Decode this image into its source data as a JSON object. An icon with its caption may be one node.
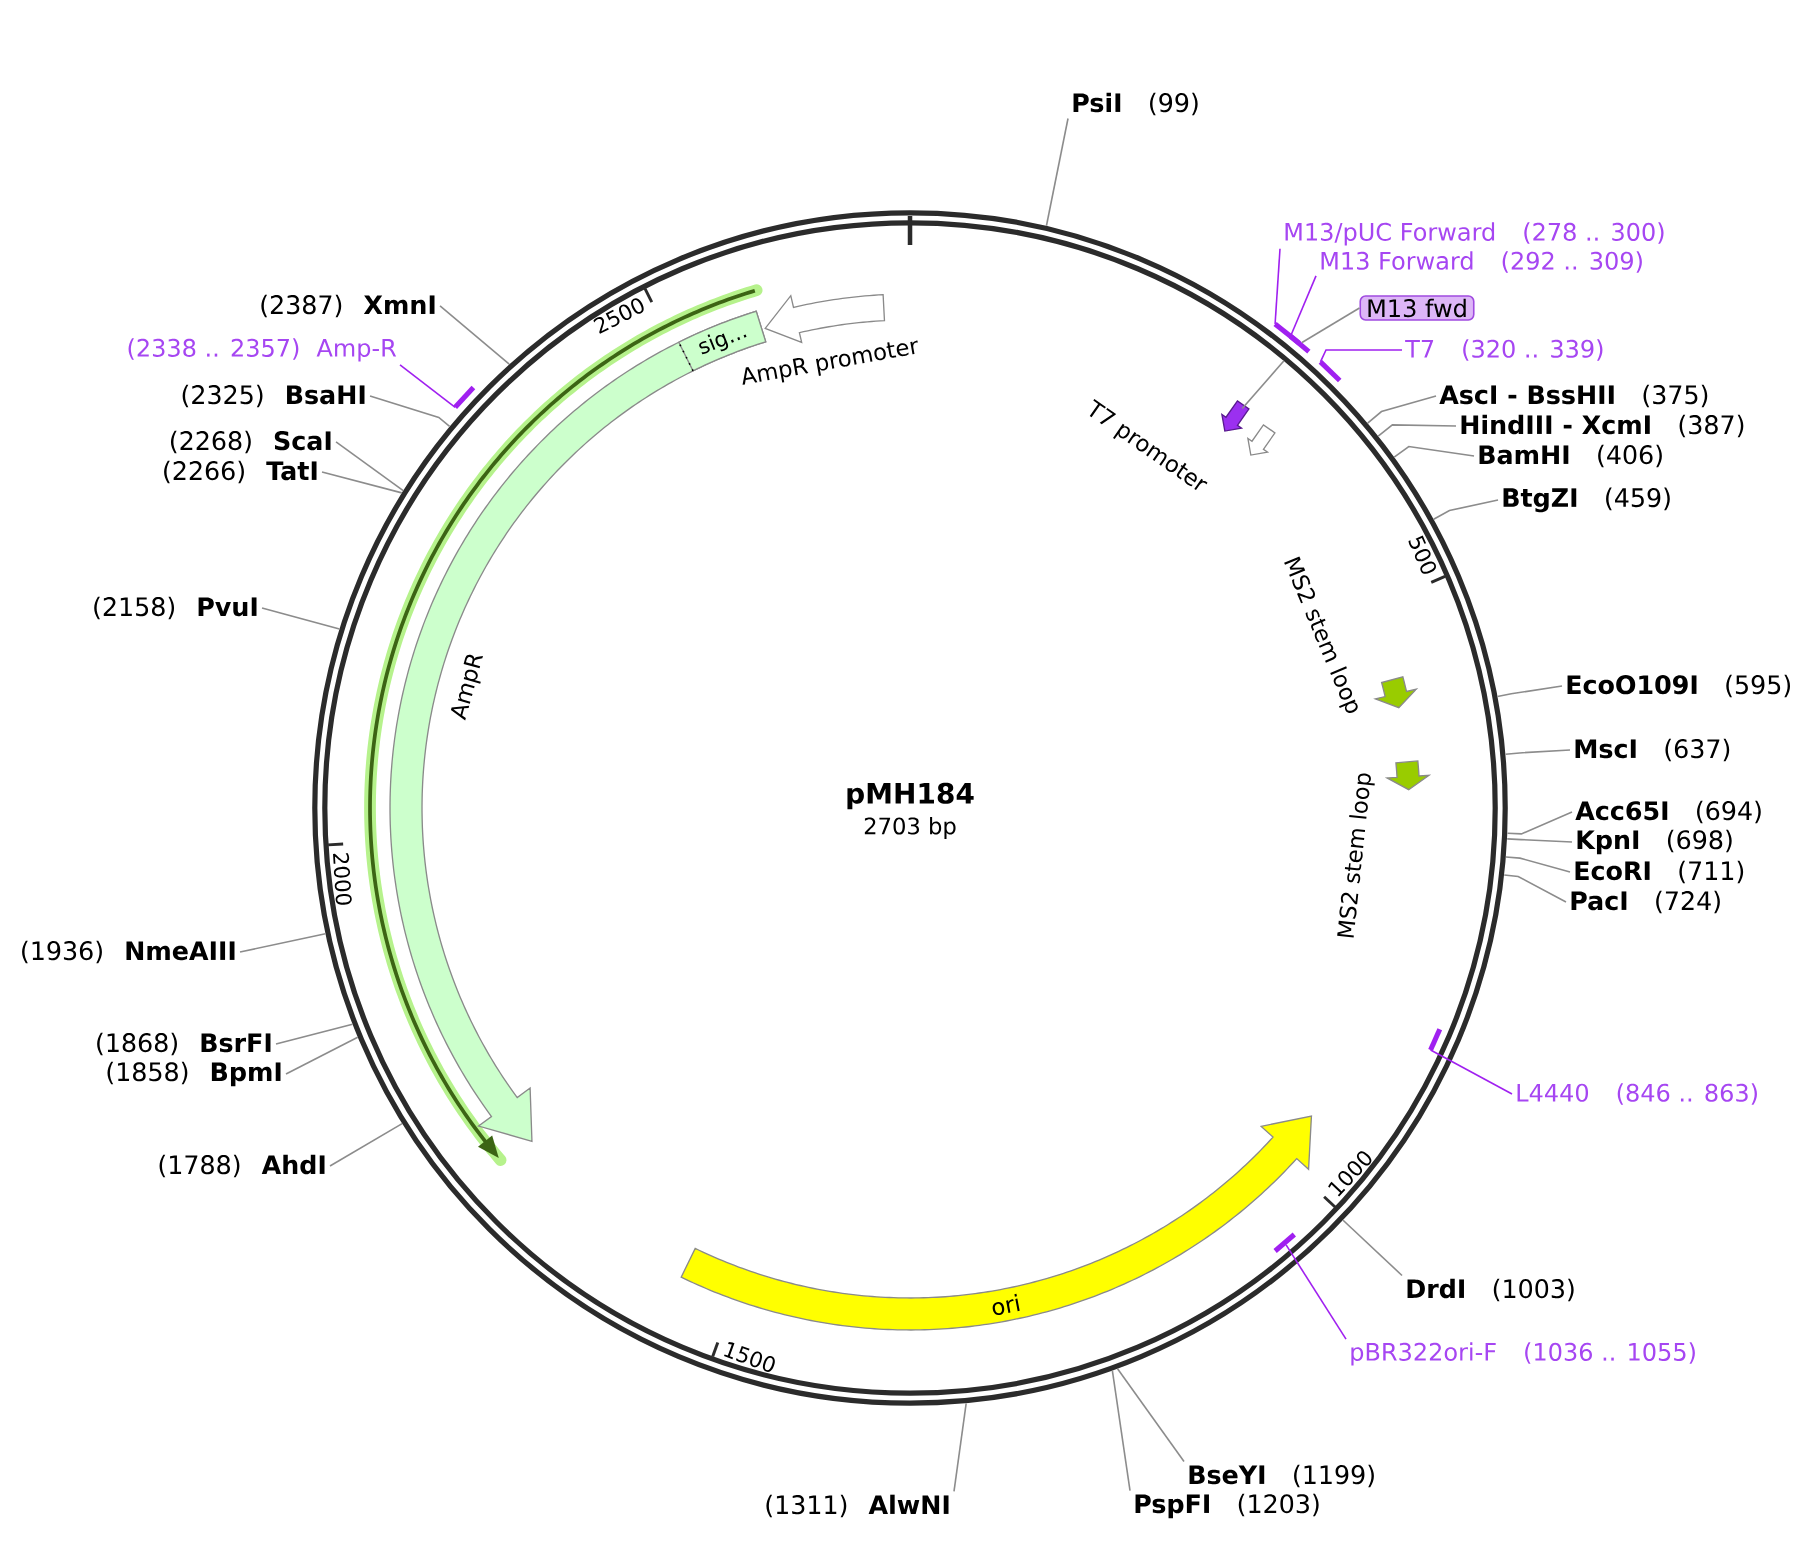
{
  "diagram": {
    "nodes": [
      {
        "text": [
          "pMH184",
          "2703 bp"
        ]
      },
      {
        "text": [
          "AmpR promoter"
        ],
        "in": 0
      },
      {
        "text": [
          "AmpR"
        ],
        "in": 0
      },
      {
        "text": [
          "sig..."
        ],
        "in": 2
      },
      {
        "text": [
          "T7 promoter"
        ],
        "in": 0
      },
      {
        "text": [],
        "shape": "arrow",
        "in": 0
      },
      {
        "text": [
          "MS2 stem loop"
        ],
        "in": 0
      },
      {
        "text": [
          "MS2 stem loop"
        ],
        "in": 0
      },
      {
        "text": [
          "ori"
        ],
        "in": 0
      },
      {
        "text": [
          "PsiI",
          "(99)"
        ]
      },
      {
        "text": [
          "M13/pUC Forward",
          "(278 .. 300)"
        ]
      },
      {
        "text": [],
        "shape": "bar"
      },
      {
        "text": [
          "M13 Forward",
          "(292 .. 309)"
        ]
      },
      {
        "text": [],
        "shape": "bar"
      },
      {
        "text": [
          "M13 fwd"
        ]
      },
      {
        "text": [
          "T7",
          "(320 .. 339)"
        ]
      },
      {
        "text": [],
        "shape": "bar"
      },
      {
        "text": [
          "AscI - BssHII",
          "(375)"
        ]
      },
      {
        "text": [
          "HindIII - XcmI",
          "(387)"
        ]
      },
      {
        "text": [
          "BamHI",
          "(406)"
        ]
      },
      {
        "text": [
          "BtgZI",
          "(459)"
        ]
      },
      {
        "text": [
          "EcoO109I",
          "(595)"
        ]
      },
      {
        "text": [
          "MscI",
          "(637)"
        ]
      },
      {
        "text": [
          "Acc65I",
          "(694)"
        ]
      },
      {
        "text": [
          "KpnI",
          "(698)"
        ]
      },
      {
        "text": [
          "EcoRI",
          "(711)"
        ]
      },
      {
        "text": [
          "PacI",
          "(724)"
        ]
      },
      {
        "text": [
          "L4440",
          "(846 .. 863)"
        ]
      },
      {
        "text": [],
        "shape": "bar",
        "in": 0
      },
      {
        "text": [
          "DrdI",
          "(1003)"
        ]
      },
      {
        "text": [
          "pBR322ori-F",
          "(1036 .. 1055)"
        ]
      },
      {
        "text": [],
        "shape": "bar",
        "in": 0
      },
      {
        "text": [
          "BseYI",
          "(1199)"
        ]
      },
      {
        "text": [
          "PspFI",
          "(1203)"
        ]
      },
      {
        "text": [
          "(1311)",
          "AlwNI"
        ]
      },
      {
        "text": [
          "(1788)",
          "AhdI"
        ]
      },
      {
        "text": [
          "(1858)",
          "BpmI"
        ]
      },
      {
        "text": [
          "(1868)",
          "BsrFI"
        ]
      },
      {
        "text": [
          "(1936)",
          "NmeAIII"
        ]
      },
      {
        "text": [
          "(2158)",
          "PvuI"
        ]
      },
      {
        "text": [
          "(2266)",
          "TatI"
        ]
      },
      {
        "text": [
          "(2268)",
          "ScaI"
        ]
      },
      {
        "text": [
          "(2325)",
          "BsaHI"
        ]
      },
      {
        "text": [
          "(2338 .. 2357)",
          "Amp-R"
        ]
      },
      {
        "text": [],
        "shape": "bar"
      },
      {
        "text": [
          "(2387)",
          "XmnI"
        ]
      }
    ],
    "edges": [
      {
        "from": 9,
        "to": 0,
        "arrow": "none"
      },
      {
        "from": 10,
        "to": 11,
        "arrow": "none",
        "color": "#a020f0"
      },
      {
        "from": 12,
        "to": 13,
        "arrow": "none",
        "color": "#a020f0"
      },
      {
        "from": 14,
        "to": 13,
        "arrow": "none"
      },
      {
        "from": 15,
        "to": 16,
        "arrow": "none",
        "color": "#a020f0"
      },
      {
        "from": 17,
        "to": 0,
        "arrow": "none"
      },
      {
        "from": 18,
        "to": 0,
        "arrow": "none"
      },
      {
        "from": 19,
        "to": 0,
        "arrow": "none"
      },
      {
        "from": 20,
        "to": 0,
        "arrow": "none"
      },
      {
        "from": 21,
        "to": 0,
        "arrow": "none"
      },
      {
        "from": 22,
        "to": 0,
        "arrow": "none"
      },
      {
        "from": 23,
        "to": 0,
        "arrow": "none"
      },
      {
        "from": 24,
        "to": 0,
        "arrow": "none"
      },
      {
        "from": 25,
        "to": 0,
        "arrow": "none"
      },
      {
        "from": 26,
        "to": 0,
        "arrow": "none"
      },
      {
        "from": 27,
        "to": 28,
        "arrow": "none",
        "color": "#a020f0"
      },
      {
        "from": 29,
        "to": 0,
        "arrow": "none"
      },
      {
        "from": 30,
        "to": 31,
        "arrow": "none",
        "color": "#a020f0"
      },
      {
        "from": 32,
        "to": 0,
        "arrow": "none"
      },
      {
        "from": 33,
        "to": 0,
        "arrow": "none"
      },
      {
        "from": 34,
        "to": 0,
        "arrow": "none"
      },
      {
        "from": 35,
        "to": 0,
        "arrow": "none"
      },
      {
        "from": 36,
        "to": 0,
        "arrow": "none"
      },
      {
        "from": 37,
        "to": 0,
        "arrow": "none"
      },
      {
        "from": 38,
        "to": 0,
        "arrow": "none"
      },
      {
        "from": 39,
        "to": 0,
        "arrow": "none"
      },
      {
        "from": 40,
        "to": 0,
        "arrow": "none"
      },
      {
        "from": 41,
        "to": 0,
        "arrow": "none"
      },
      {
        "from": 42,
        "to": 0,
        "arrow": "none"
      },
      {
        "from": 43,
        "to": 44,
        "arrow": "none",
        "color": "#a020f0"
      },
      {
        "from": 45,
        "to": 0,
        "arrow": "none"
      },
      {
        "from": 4,
        "to": 0,
        "arrow": "none"
      }
    ],
    "labels": [
      "500",
      "1000",
      "1500",
      "2000",
      "2500"
    ]
  }
}
